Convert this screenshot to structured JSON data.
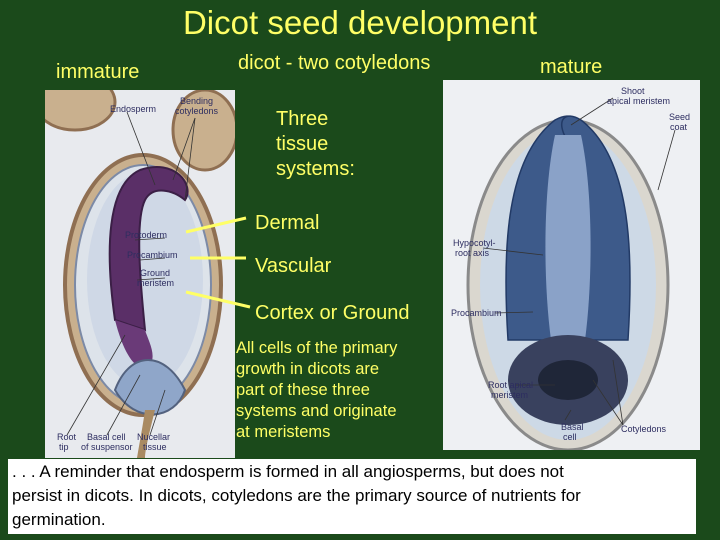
{
  "title": "Dicot seed development",
  "labels": {
    "immature": "immature",
    "dicot": "dicot - two cotyledons",
    "mature": "mature"
  },
  "immature_figure": {
    "endosperm": "Endosperm",
    "bending_line1": "Bending",
    "bending_line2": "cotyledons",
    "protoderm": "Protoderm",
    "procambium": "Procambium",
    "ground_line1": "Ground",
    "ground_line2": "meristem",
    "root_line1": "Root",
    "root_line2": "tip",
    "basal_line1": "Basal cell",
    "basal_line2": "of suspensor",
    "nucellar_line1": "Nucellar",
    "nucellar_line2": "tissue"
  },
  "mature_figure": {
    "shoot_line1": "Shoot",
    "shoot_line2": "apical meristem",
    "seed_line1": "Seed",
    "seed_line2": "coat",
    "hypocotyl_line1": "Hypocotyl-",
    "hypocotyl_line2": "root axis",
    "procambium": "Procambium",
    "root_apical_line1": "Root apical",
    "root_apical_line2": "meristem",
    "basal_line1": "Basal",
    "basal_line2": "cell",
    "cotyledons": "Cotyledons"
  },
  "tissue": {
    "heading_line1": "Three",
    "heading_line2": "tissue",
    "heading_line3": "systems:",
    "dermal": "Dermal",
    "vascular": "Vascular",
    "ground": "Cortex or Ground"
  },
  "primary": {
    "line1": "All cells of the primary",
    "line2": "growth in dicots are",
    "line3": "part of these three",
    "line4": "systems and originate",
    "line5": "at meristems"
  },
  "reminder": {
    "line1": ". . . A reminder that endosperm is formed in all angiosperms, but does not",
    "line2": "persist in dicots.  In dicots, cotyledons are the primary source of nutrients for",
    "line3": "germination."
  },
  "colors": {
    "background": "#1b4a1b",
    "text": "#ffff66",
    "connector": "#ffff66"
  }
}
